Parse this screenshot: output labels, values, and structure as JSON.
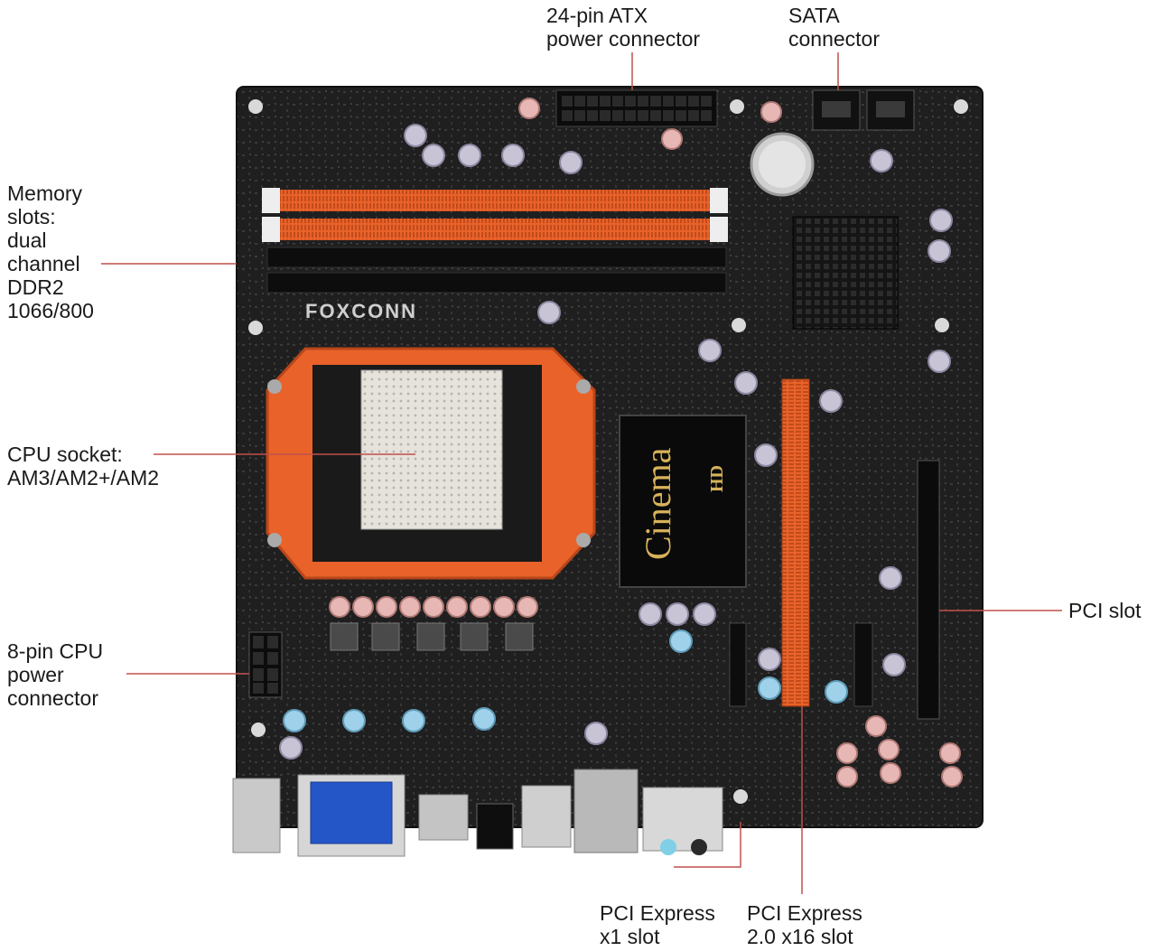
{
  "labels": {
    "atx_power": "24-pin ATX\npower connector",
    "sata": "SATA\nconnector",
    "memory": "Memory\nslots:\ndual\nchannel\nDDR2\n1066/800",
    "cpu_socket": "CPU socket:\nAM3/AM2+/AM2",
    "cpu_power": "8-pin CPU\npower\nconnector",
    "pci_slot": "PCI slot",
    "pcie_x1": "PCI Express\nx1 slot",
    "pcie_x16": "PCI Express\n2.0 x16 slot"
  },
  "board": {
    "brand_text": "FOXCONN",
    "chip_text": "Cinema",
    "chip_sub": "HD"
  },
  "colors": {
    "pcb": "#1e1e1e",
    "accent_orange": "#e8622a",
    "leader_line": "#c0504d",
    "vga_blue": "#2456c8"
  }
}
